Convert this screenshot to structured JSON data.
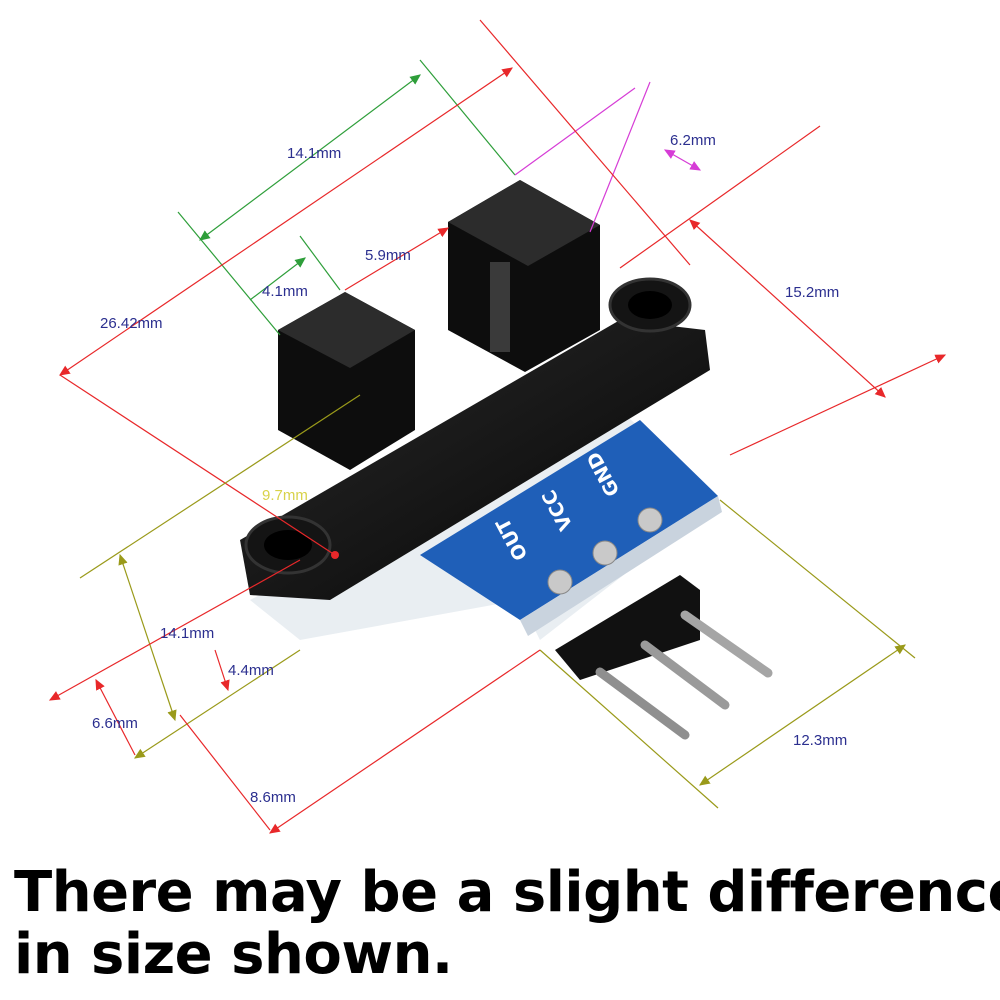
{
  "dimensions": {
    "top_width": "14.1mm",
    "slot_width": "6.2mm",
    "overall_length": "26.42mm",
    "gap": "5.9mm",
    "arm_width": "4.1mm",
    "depth": "15.2mm",
    "height": "9.7mm",
    "bottom_width": "14.1mm",
    "thickness": "4.4mm",
    "base_height": "6.6mm",
    "pin_length": "12.3mm",
    "board_width": "8.6mm"
  },
  "pins": {
    "out": "OUT",
    "vcc": "VCC",
    "gnd": "GND"
  },
  "caption": {
    "line1": "There may be a slight difference",
    "line2": "in size shown."
  },
  "colors": {
    "red": "#e8282a",
    "green": "#2e9e3a",
    "magenta": "#d63cd6",
    "olive": "#9a9a1a",
    "pcb": "#1f5fb8",
    "body": "#111111"
  }
}
